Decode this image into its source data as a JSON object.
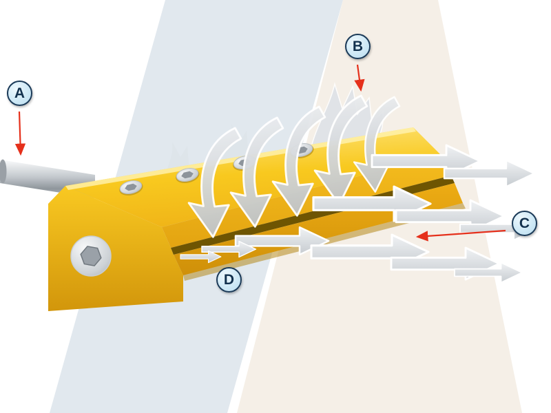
{
  "diagram": {
    "callouts": [
      {
        "letter": "A",
        "target": "compressed-air-inlet-tube"
      },
      {
        "letter": "B",
        "target": "entrained-air"
      },
      {
        "letter": "C",
        "target": "output-airflow"
      },
      {
        "letter": "D",
        "target": "air-gap-slot"
      }
    ],
    "colors": {
      "body_yellow": "#F6C21B",
      "body_yellow_light": "#FFE98C",
      "body_yellow_dark": "#CF9009",
      "arrow_gray": "#CDD2D6",
      "tube_silver": "#B9BEC3",
      "callout_fill": "#CFE9F6",
      "callout_border": "#1B3A58",
      "pointer_red": "#E5301B",
      "band_blue": "#E1E8EE",
      "band_beige": "#F5EFE7"
    }
  }
}
